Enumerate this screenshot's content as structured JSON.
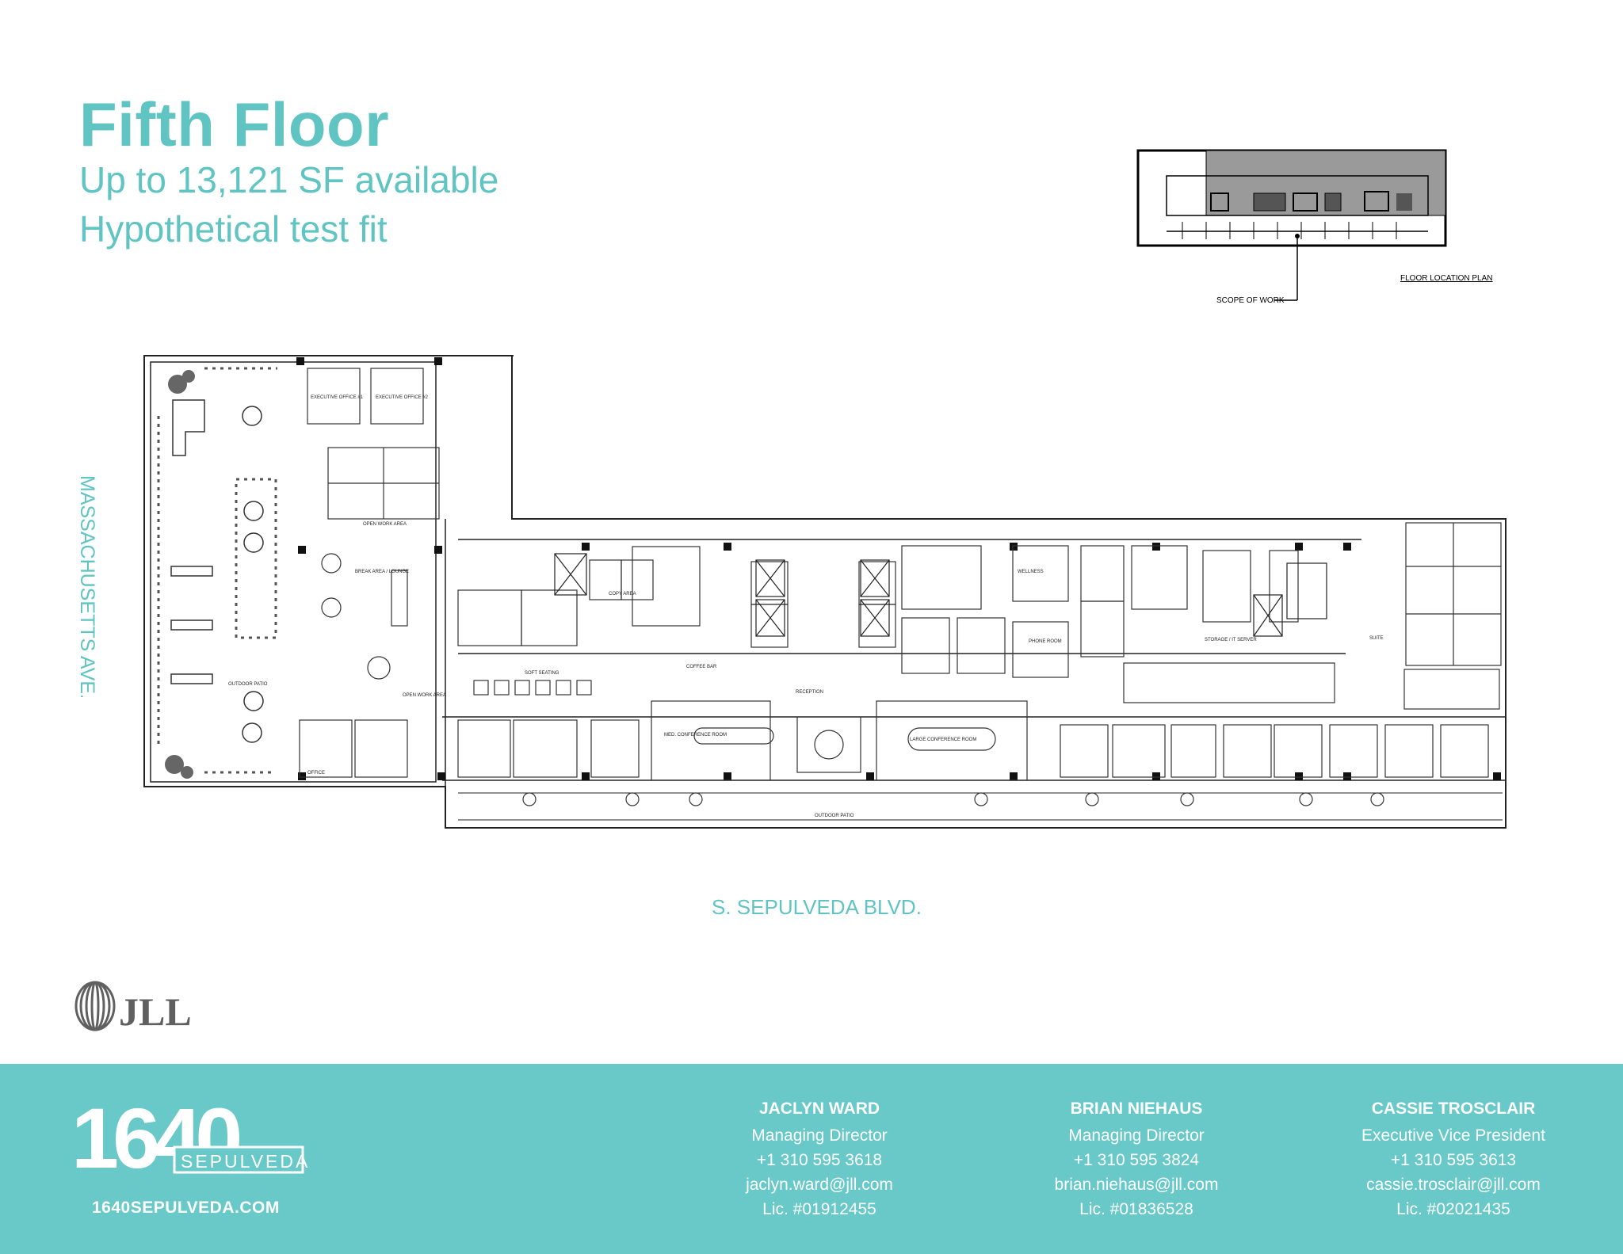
{
  "header": {
    "title": "Fifth Floor",
    "subtitle_1": "Up to 13,121 SF available",
    "subtitle_2": "Hypothetical test fit"
  },
  "location_plan": {
    "label": "FLOOR LOCATION PLAN",
    "scope_label": "SCOPE OF WORK"
  },
  "streets": {
    "left": "MASSACHUSETTS AVE.",
    "bottom": "S. SEPULVEDA BLVD."
  },
  "plan_labels": {
    "exec1": "EXECUTIVE OFFICE #1",
    "exec2": "EXECUTIVE OFFICE #2",
    "open_work_1": "OPEN WORK AREA",
    "break": "BREAK AREA / LOUNGE",
    "outdoor_patio_1": "OUTDOOR PATIO",
    "outdoor_patio_2": "OUTDOOR PATIO",
    "open_work_2": "OPEN WORK AREA",
    "soft_seating": "SOFT SEATING",
    "copy": "COPY AREA",
    "med_conf": "MED. CONFERENCE ROOM",
    "reception": "RECEPTION",
    "large_conf": "LARGE CONFERENCE ROOM",
    "wellness": "WELLNESS",
    "phone": "PHONE ROOM",
    "storage": "STORAGE / IT SERVER",
    "suite": "SUITE",
    "coffee": "COFFEE BAR",
    "office": "OFFICE"
  },
  "logo": {
    "brand": "JLL"
  },
  "footer": {
    "brand_number": "1640",
    "brand_word": "SEPULVEDA",
    "website": "1640SEPULVEDA.COM",
    "contacts": [
      {
        "name": "JACLYN WARD",
        "title": "Managing Director",
        "phone": "+1 310 595 3618",
        "email": "jaclyn.ward@jll.com",
        "license": "Lic. #01912455"
      },
      {
        "name": "BRIAN NIEHAUS",
        "title": "Managing Director",
        "phone": "+1 310 595 3824",
        "email": "brian.niehaus@jll.com",
        "license": "Lic. #01836528"
      },
      {
        "name": "CASSIE TROSCLAIR",
        "title": "Executive Vice President",
        "phone": "+1 310 595 3613",
        "email": "cassie.trosclair@jll.com",
        "license": "Lic. #02021435"
      }
    ]
  }
}
